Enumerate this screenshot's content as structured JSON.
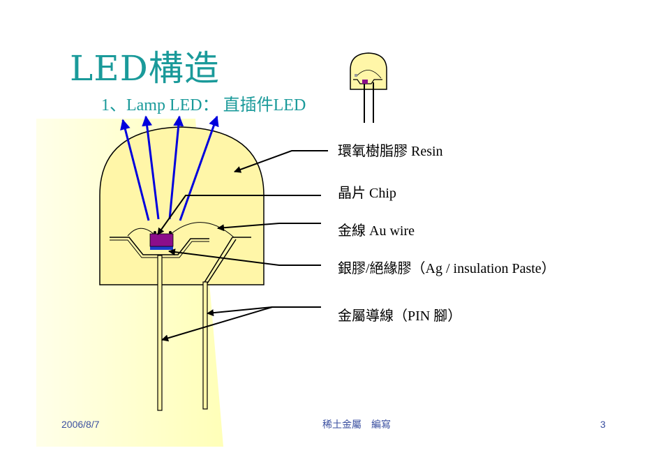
{
  "title": "LED構造",
  "subtitle": "1、Lamp LED： 直插件LED",
  "labels": {
    "resin": "環氧樹脂膠 Resin",
    "chip": "晶片 Chip",
    "wire": "金線 Au wire",
    "paste": "銀膠/絕緣膠（Ag / insulation Paste）",
    "pin": "金屬導線（PIN 腳）"
  },
  "footer": {
    "date": "2006/8/7",
    "author": "稀土金屬　編寫",
    "page": "3"
  },
  "colors": {
    "title": "#1a9a9a",
    "resin_fill": "#fff6a8",
    "chip": "#8b0e8b",
    "chip_base": "#1e3ccc",
    "light_arrow": "#0000dd",
    "footer": "#3a4fa0"
  }
}
